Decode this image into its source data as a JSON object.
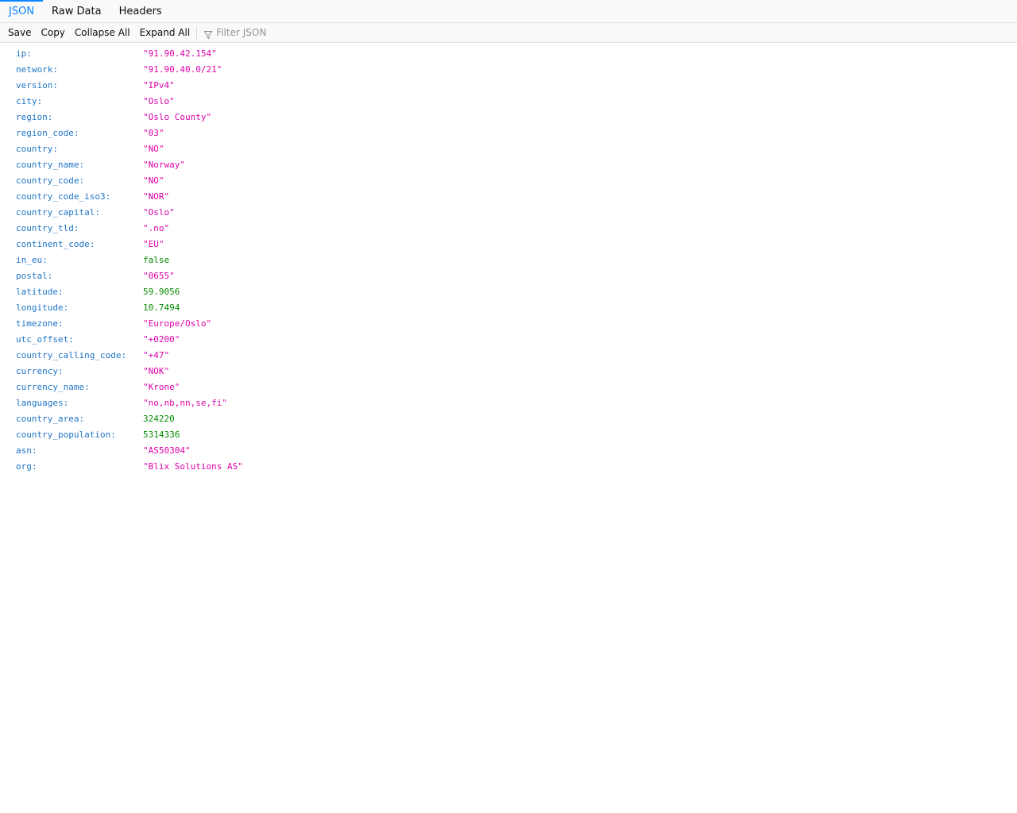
{
  "tabs": [
    {
      "label": "JSON",
      "selected": true
    },
    {
      "label": "Raw Data",
      "selected": false
    },
    {
      "label": "Headers",
      "selected": false
    }
  ],
  "toolbar": {
    "save_label": "Save",
    "copy_label": "Copy",
    "collapse_label": "Collapse All",
    "expand_label": "Expand All",
    "filter_placeholder": "Filter JSON",
    "filter_icon": "funnel-icon"
  },
  "colors": {
    "accent": "#0a84ff",
    "key": "#2075c7",
    "string": "#dd00a9",
    "number": "#058b00"
  },
  "rows": [
    {
      "key": "ip:",
      "value": "\"91.90.42.154\"",
      "type": "string"
    },
    {
      "key": "network:",
      "value": "\"91.90.40.0/21\"",
      "type": "string"
    },
    {
      "key": "version:",
      "value": "\"IPv4\"",
      "type": "string"
    },
    {
      "key": "city:",
      "value": "\"Oslo\"",
      "type": "string"
    },
    {
      "key": "region:",
      "value": "\"Oslo County\"",
      "type": "string"
    },
    {
      "key": "region_code:",
      "value": "\"03\"",
      "type": "string"
    },
    {
      "key": "country:",
      "value": "\"NO\"",
      "type": "string"
    },
    {
      "key": "country_name:",
      "value": "\"Norway\"",
      "type": "string"
    },
    {
      "key": "country_code:",
      "value": "\"NO\"",
      "type": "string"
    },
    {
      "key": "country_code_iso3:",
      "value": "\"NOR\"",
      "type": "string"
    },
    {
      "key": "country_capital:",
      "value": "\"Oslo\"",
      "type": "string"
    },
    {
      "key": "country_tld:",
      "value": "\".no\"",
      "type": "string"
    },
    {
      "key": "continent_code:",
      "value": "\"EU\"",
      "type": "string"
    },
    {
      "key": "in_eu:",
      "value": "false",
      "type": "boolean"
    },
    {
      "key": "postal:",
      "value": "\"0655\"",
      "type": "string"
    },
    {
      "key": "latitude:",
      "value": "59.9056",
      "type": "number"
    },
    {
      "key": "longitude:",
      "value": "10.7494",
      "type": "number"
    },
    {
      "key": "timezone:",
      "value": "\"Europe/Oslo\"",
      "type": "string"
    },
    {
      "key": "utc_offset:",
      "value": "\"+0200\"",
      "type": "string"
    },
    {
      "key": "country_calling_code:",
      "value": "\"+47\"",
      "type": "string"
    },
    {
      "key": "currency:",
      "value": "\"NOK\"",
      "type": "string"
    },
    {
      "key": "currency_name:",
      "value": "\"Krone\"",
      "type": "string"
    },
    {
      "key": "languages:",
      "value": "\"no,nb,nn,se,fi\"",
      "type": "string"
    },
    {
      "key": "country_area:",
      "value": "324220",
      "type": "number"
    },
    {
      "key": "country_population:",
      "value": "5314336",
      "type": "number"
    },
    {
      "key": "asn:",
      "value": "\"AS50304\"",
      "type": "string"
    },
    {
      "key": "org:",
      "value": "\"Blix Solutions AS\"",
      "type": "string"
    }
  ]
}
